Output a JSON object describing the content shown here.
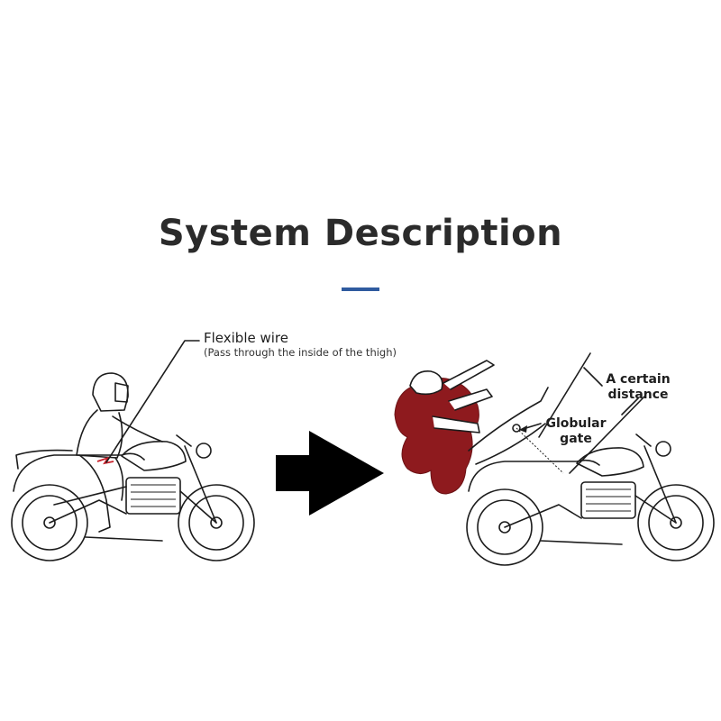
{
  "title": "System Description",
  "colors": {
    "accent": "#2f5b9f",
    "airbag": "#8e1a1e",
    "wire": "#c8202a",
    "ink": "#1c1c1c"
  },
  "labels": {
    "flexible_wire": "Flexible wire",
    "flexible_wire_note": "(Pass through the inside of the thigh)",
    "certain_distance_1": "A certain",
    "certain_distance_2": "distance",
    "globular_gate_1": "Globular",
    "globular_gate_2": "gate"
  },
  "icons": [
    "motorcycle-rider-icon",
    "arrow-right-icon",
    "airbag-deployed-icon"
  ]
}
